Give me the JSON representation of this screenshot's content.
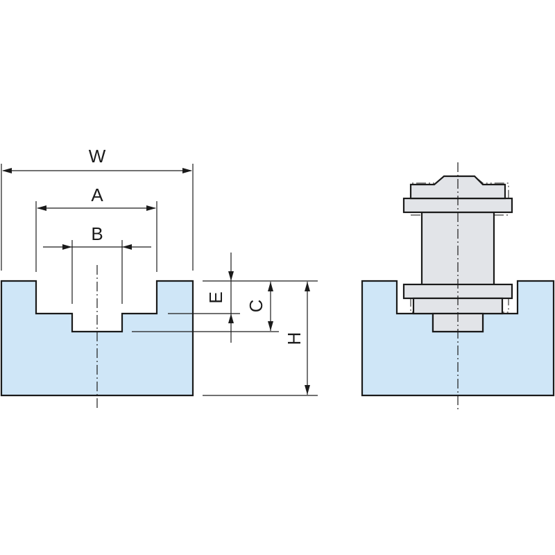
{
  "diagram": {
    "labels": {
      "W": "W",
      "A": "A",
      "B": "B",
      "C": "C",
      "E": "E",
      "H": "H"
    },
    "colors": {
      "body_fill": "#cfe6f7",
      "part_fill": "#e2e4e8",
      "line": "#1a1a1a"
    }
  }
}
